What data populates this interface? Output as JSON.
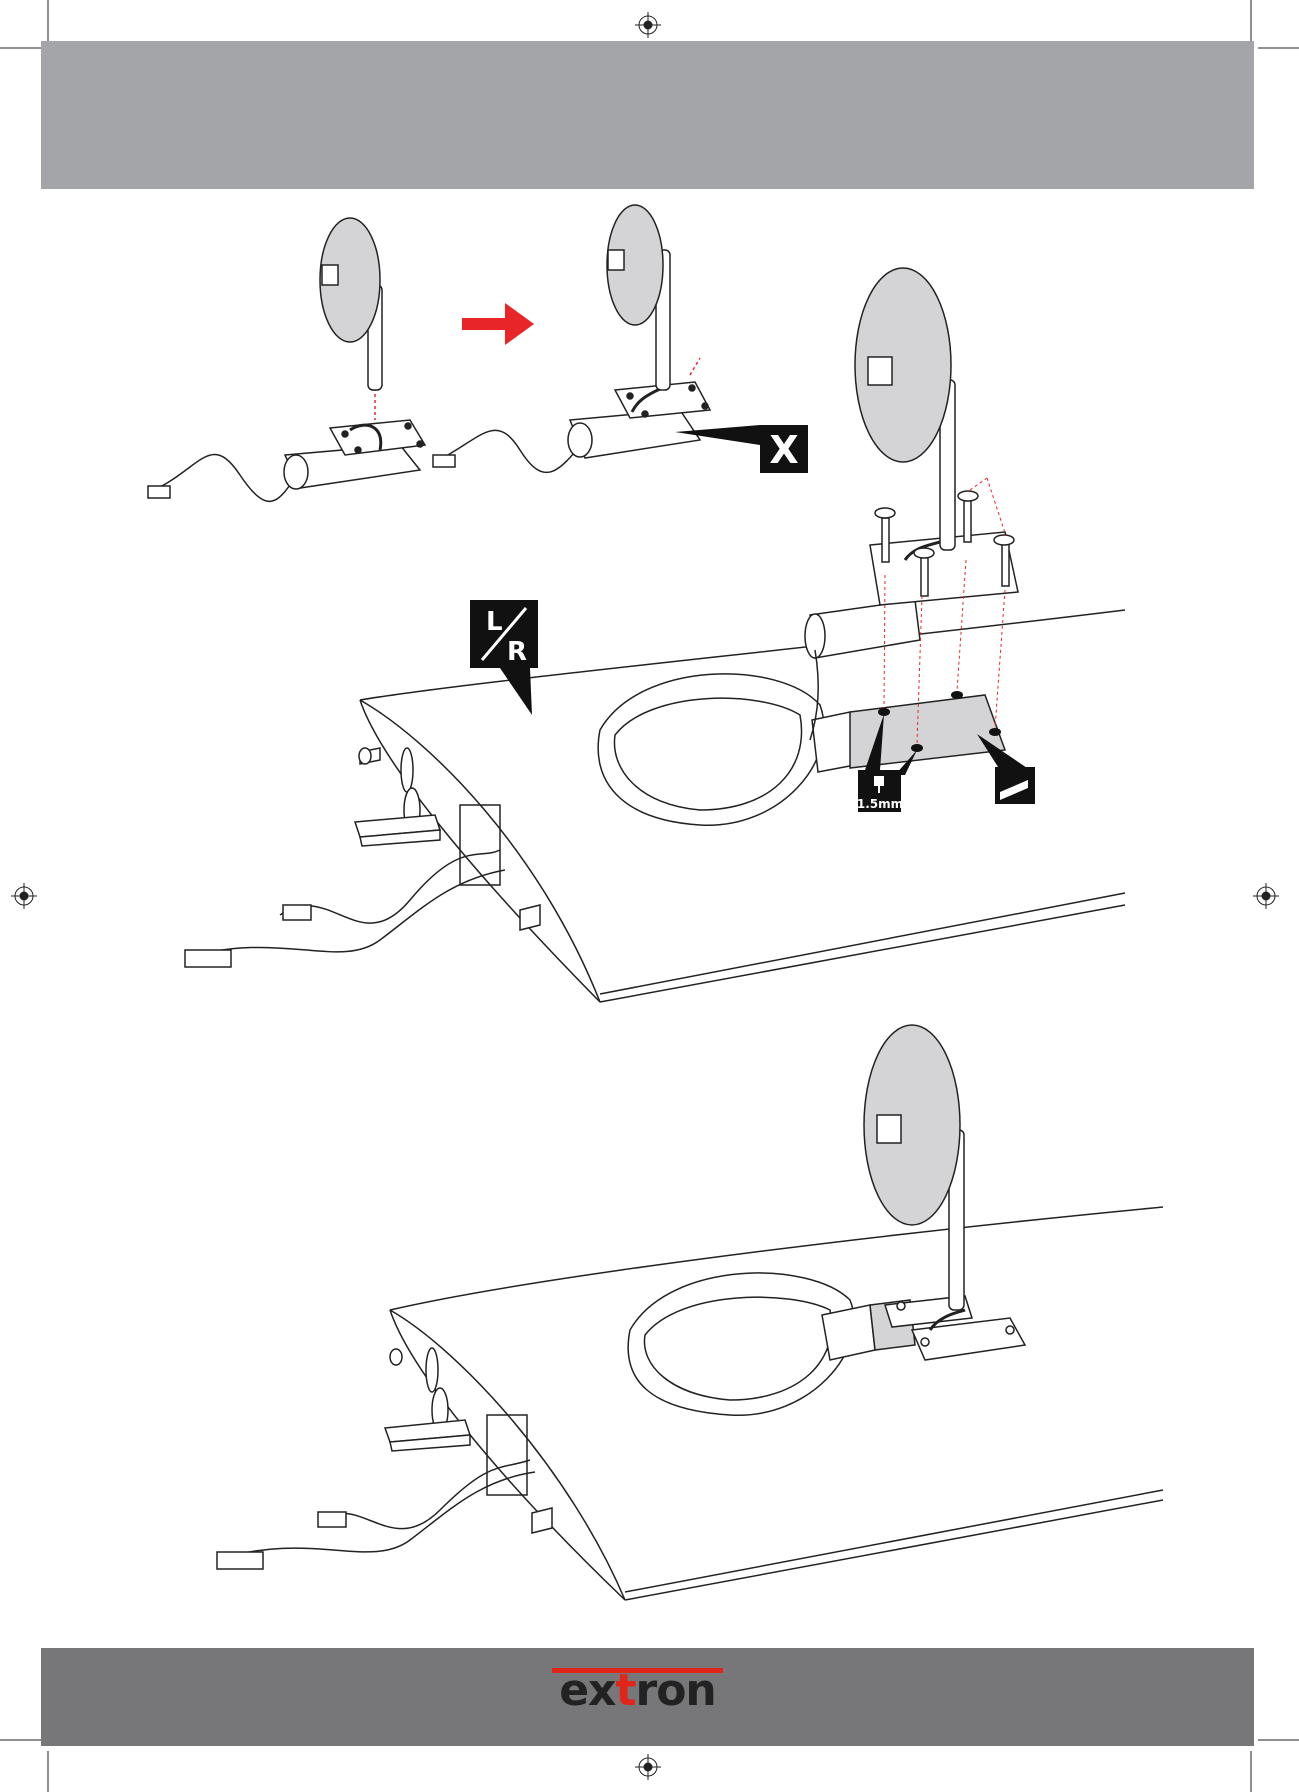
{
  "header": {
    "band_color": "#a4a5a8"
  },
  "footer": {
    "band_color": "#77777a",
    "logo": {
      "prefix": "ex",
      "accent": "t",
      "suffix": "ron",
      "accent_color": "#e1251b"
    }
  },
  "step_arrow": {
    "icon": "arrow-right-icon",
    "color": "#e8262a"
  },
  "callouts": {
    "x_label": "X",
    "lr_top": "L",
    "lr_bottom": "R",
    "depth_label": "1.5mm"
  }
}
